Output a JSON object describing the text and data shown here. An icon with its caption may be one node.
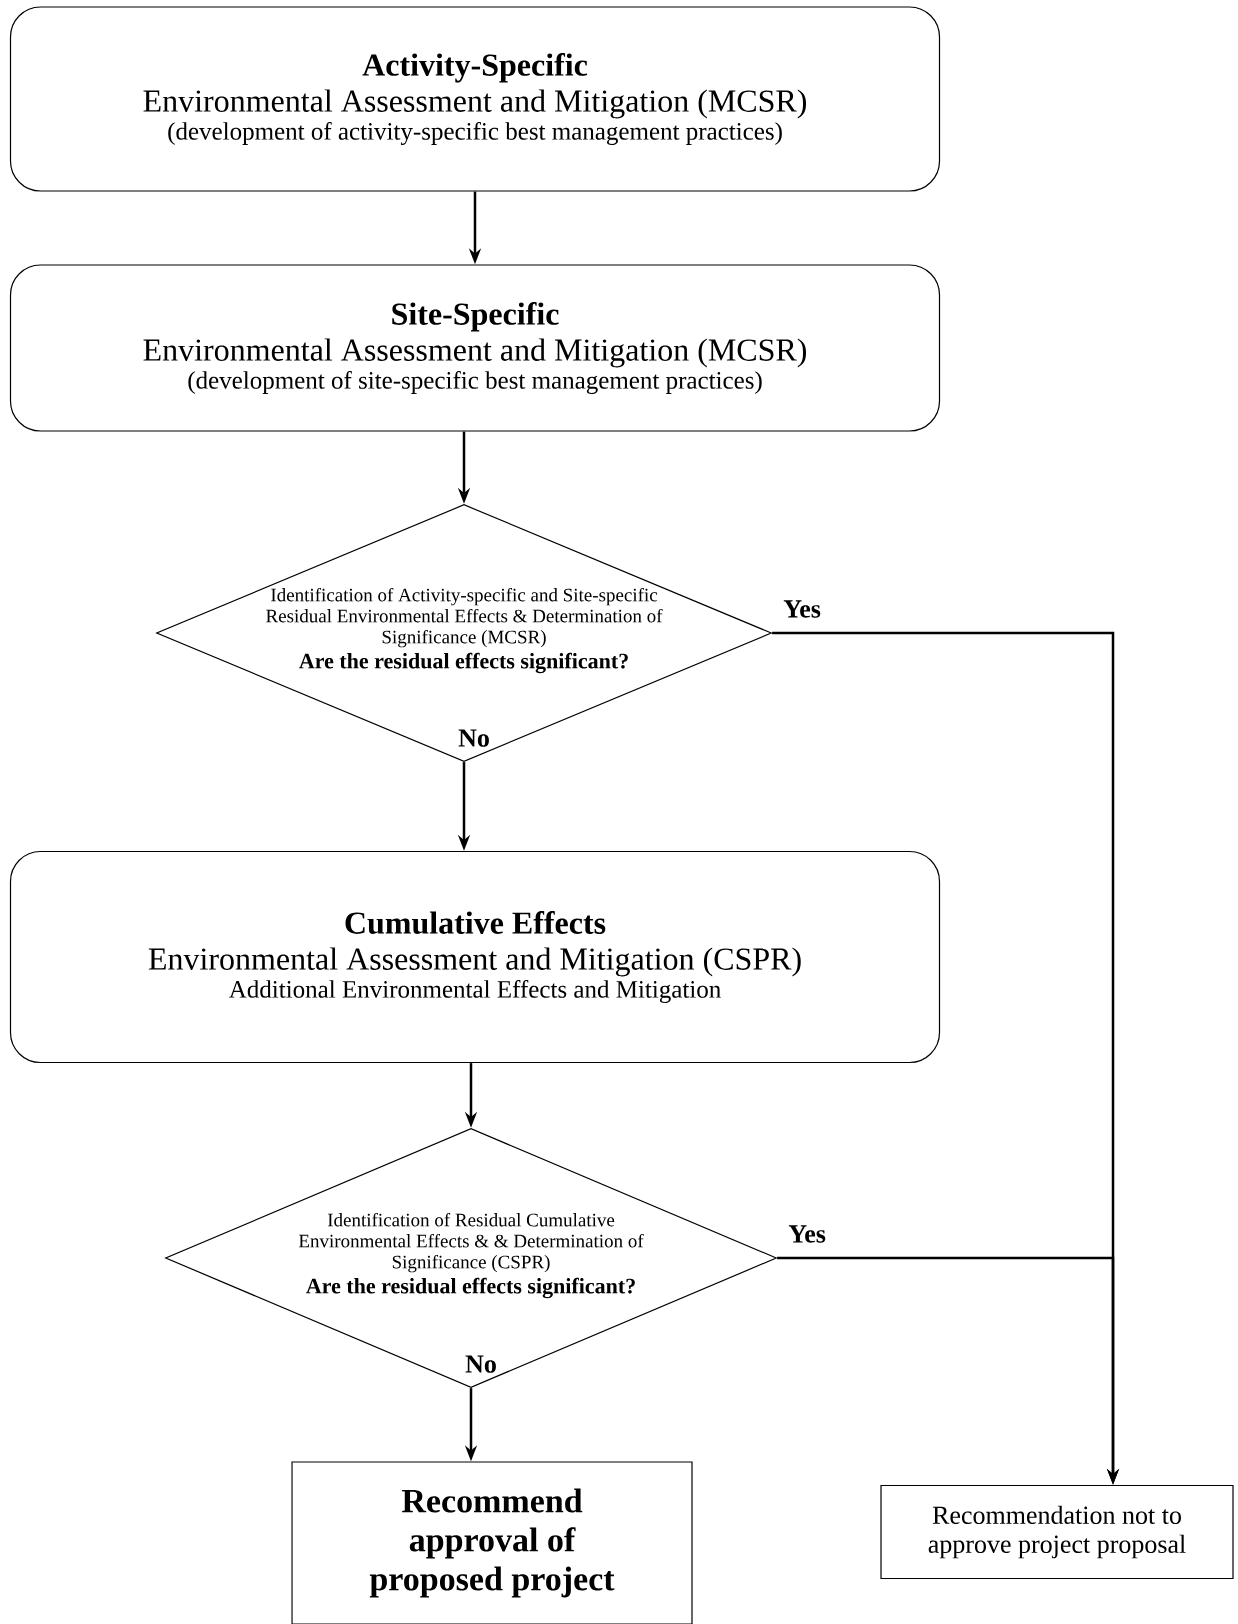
{
  "diagram": {
    "nodes": [
      {
        "text": [
          "Activity-Specific",
          "Environmental Assessment and Mitigation (MCSR)",
          "(development of activity-specific best management practices)"
        ]
      },
      {
        "text": [
          "Site-Specific",
          "Environmental Assessment and Mitigation (MCSR)",
          "(development of site-specific best management practices)"
        ]
      },
      {
        "text": [
          "Identification of Activity-specific and Site-specific Residual Environmental Effects & Determination of Significance (MCSR)",
          "Are the residual effects significant?"
        ]
      },
      {
        "text": [
          "Cumulative Effects",
          "Environmental Assessment and Mitigation (CSPR)",
          "Additional Environmental Effects and Mitigation"
        ]
      },
      {
        "text": [
          "Identification of Residual Cumulative Environmental Effects & & Determination of Significance (CSPR)",
          "Are the residual effects significant?"
        ]
      },
      {
        "text": [
          "Recommend approval of proposed project"
        ]
      },
      {
        "text": [
          "Recommendation not to approve project proposal"
        ]
      }
    ],
    "edges": [
      {
        "from": 0,
        "to": 1,
        "arrow": "to"
      },
      {
        "from": 1,
        "to": 2,
        "arrow": "to"
      },
      {
        "from": 2,
        "to": 3,
        "arrow": "to",
        "label": "No"
      },
      {
        "from": 3,
        "to": 4,
        "arrow": "to"
      },
      {
        "from": 4,
        "to": 5,
        "arrow": "to",
        "label": "No"
      },
      {
        "from": 2,
        "to": 6,
        "arrow": "to",
        "label": "Yes"
      },
      {
        "from": 4,
        "to": 6,
        "arrow": "to",
        "label": "Yes"
      }
    ]
  }
}
